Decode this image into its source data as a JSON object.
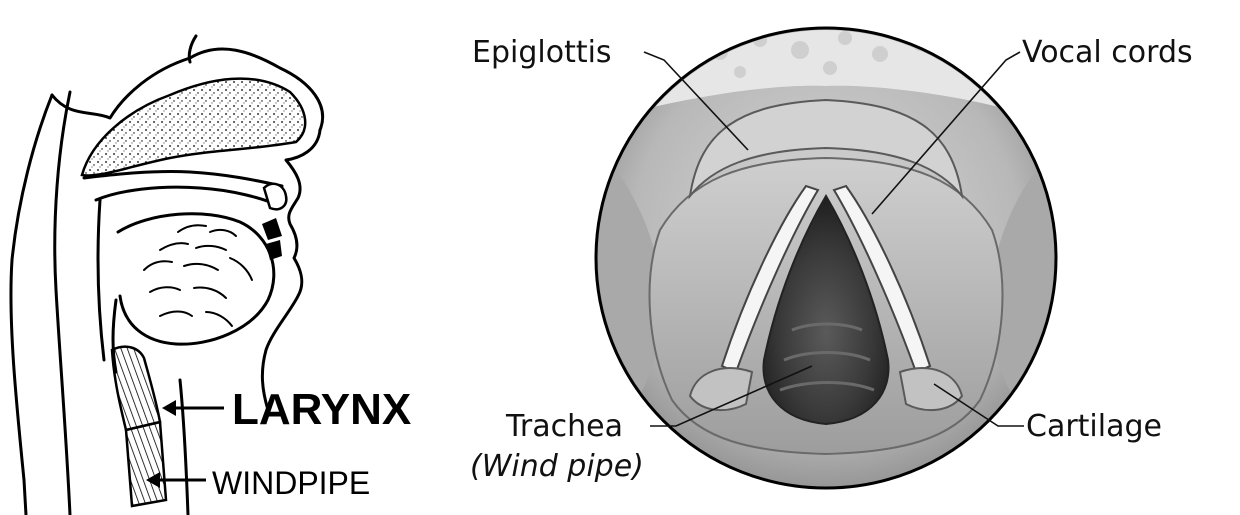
{
  "left_diagram": {
    "larynx_label": "LARYNX",
    "windpipe_label": "WINDPIPE"
  },
  "right_diagram": {
    "epiglottis_label": "Epiglottis",
    "vocal_cords_label": "Vocal cords",
    "trachea_label": "Trachea",
    "wind_pipe_label": "(Wind pipe)",
    "cartilage_label": "Cartilage"
  }
}
